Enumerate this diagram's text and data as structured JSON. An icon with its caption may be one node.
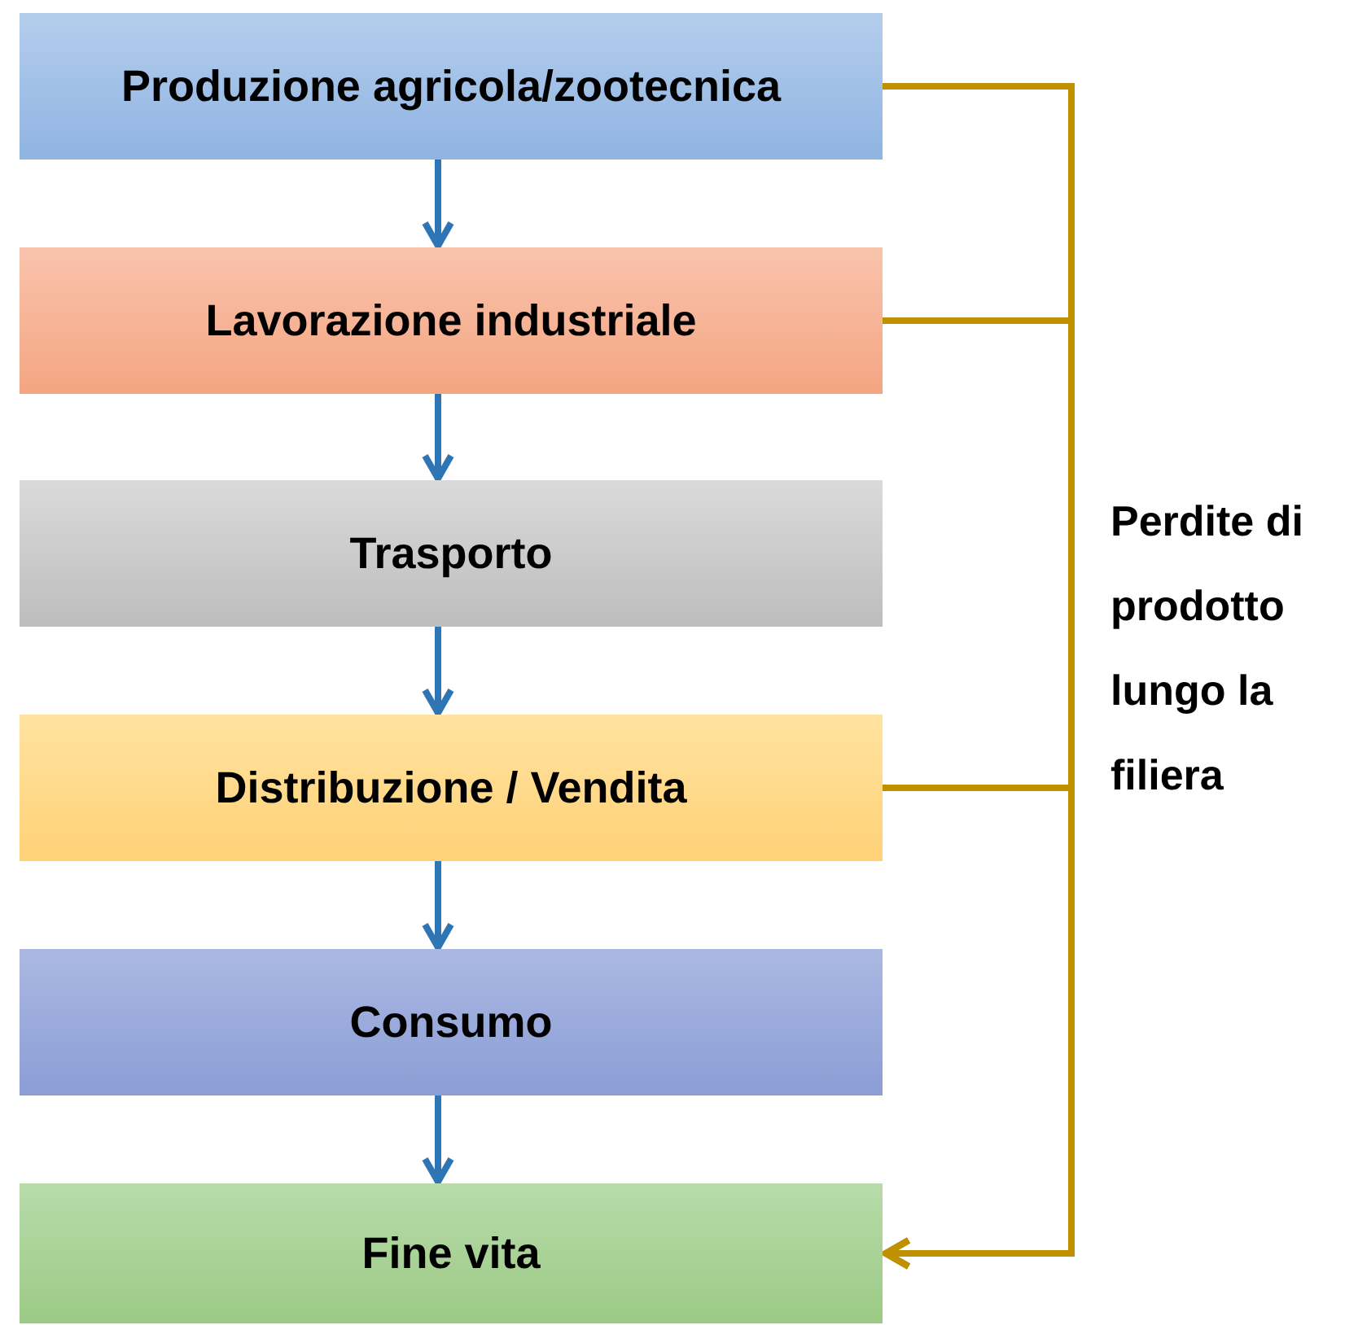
{
  "diagram": {
    "nodes": [
      {
        "text": [
          "Produzione agricola/zootecnica"
        ]
      },
      {
        "text": [
          "Lavorazione industriale"
        ]
      },
      {
        "text": [
          "Trasporto"
        ]
      },
      {
        "text": [
          "Distribuzione / Vendita"
        ]
      },
      {
        "text": [
          "Consumo"
        ]
      },
      {
        "text": [
          "Fine vita"
        ]
      }
    ],
    "edges": [
      {
        "from": 0,
        "to": 1,
        "arrow": "to"
      },
      {
        "from": 1,
        "to": 2,
        "arrow": "to"
      },
      {
        "from": 2,
        "to": 3,
        "arrow": "to"
      },
      {
        "from": 3,
        "to": 4,
        "arrow": "to"
      },
      {
        "from": 4,
        "to": 5,
        "arrow": "to"
      },
      {
        "from": 0,
        "to": 5,
        "arrow": "to",
        "color": "#bf9000"
      },
      {
        "from": 1,
        "to": 5,
        "arrow": "to",
        "color": "#bf9000"
      },
      {
        "from": 3,
        "to": 5,
        "arrow": "to",
        "color": "#bf9000"
      }
    ],
    "labels": [
      "Perdite di prodotto lungo la filiera"
    ]
  }
}
